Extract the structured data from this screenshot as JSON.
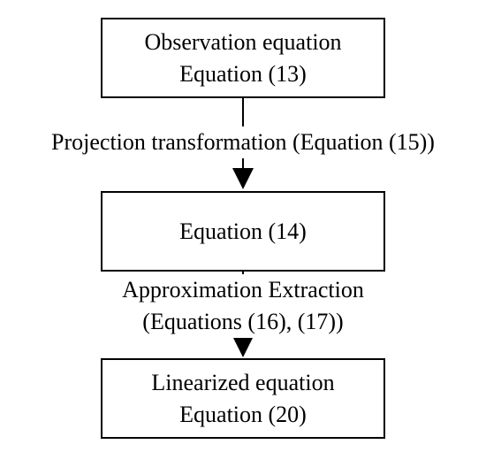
{
  "diagram": {
    "nodes": [
      {
        "id": "observation",
        "line1": "Observation equation",
        "line2": "Equation (13)"
      },
      {
        "id": "eq14",
        "line1": "Equation (14)"
      },
      {
        "id": "linearized",
        "line1": "Linearized equation",
        "line2": "Equation (20)"
      }
    ],
    "edges": [
      {
        "from": "observation",
        "to": "eq14",
        "line1": "Projection transformation (Equation (15))"
      },
      {
        "from": "eq14",
        "to": "linearized",
        "line1": "Approximation Extraction",
        "line2": "(Equations (16), (17))"
      }
    ]
  }
}
